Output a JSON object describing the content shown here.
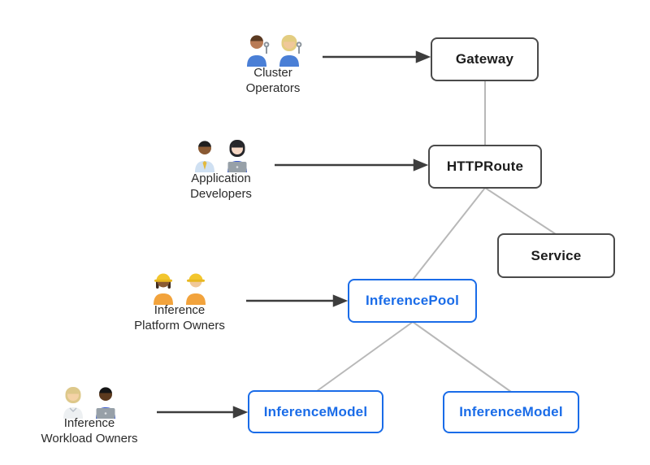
{
  "actors": [
    {
      "line1": "Cluster",
      "line2": "Operators",
      "icons": [
        "man-mechanic",
        "woman-mechanic"
      ]
    },
    {
      "line1": "Application",
      "line2": "Developers",
      "icons": [
        "man-office-worker",
        "woman-technologist"
      ]
    },
    {
      "line1": "Inference",
      "line2": "Platform Owners",
      "icons": [
        "woman-construction-worker",
        "man-construction-worker"
      ]
    },
    {
      "line1": "Inference",
      "line2": "Workload Owners",
      "icons": [
        "health-worker",
        "man-technologist"
      ]
    }
  ],
  "nodes": {
    "gateway": {
      "label": "Gateway",
      "style": "dark"
    },
    "httproute": {
      "label": "HTTPRoute",
      "style": "dark"
    },
    "service": {
      "label": "Service",
      "style": "dark"
    },
    "inferencepool": {
      "label": "InferencePool",
      "style": "blue"
    },
    "inferencemodel_left": {
      "label": "InferenceModel",
      "style": "blue"
    },
    "inferencemodel_right": {
      "label": "InferenceModel",
      "style": "blue"
    }
  },
  "colors": {
    "background": "#ffffff",
    "node_border_dark": "#4a4a4a",
    "node_text_dark": "#1c1c1c",
    "node_border_blue": "#1a6ce8",
    "node_text_blue": "#1a6ce8",
    "connector_gray": "#b8b8b8",
    "arrow_dark": "#3d3d3d"
  }
}
